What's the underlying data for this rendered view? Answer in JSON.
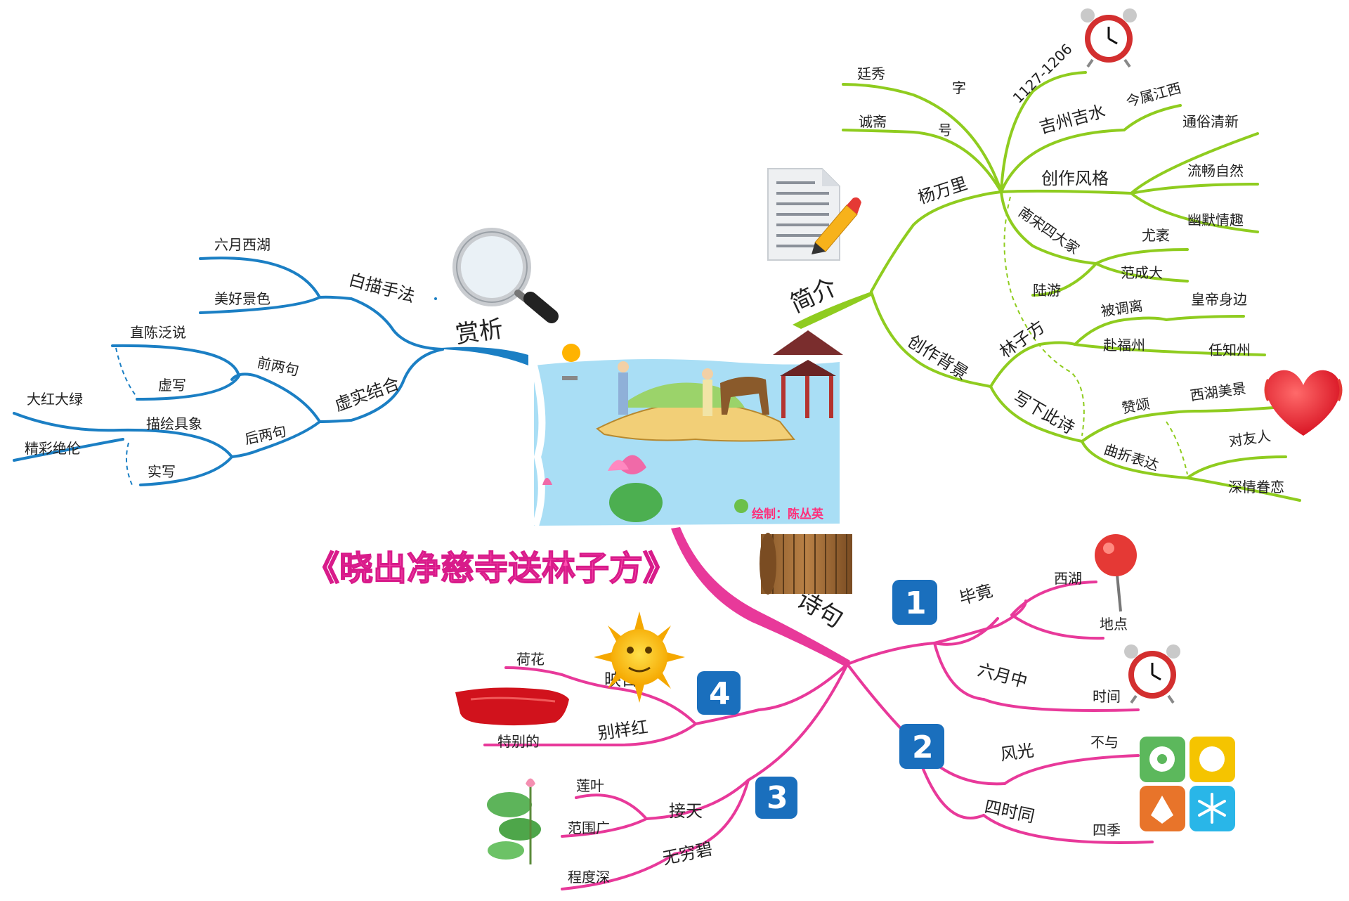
{
  "title": "《晓出净慈寺送林子方》",
  "center": {
    "credit": "绘制：陈丛英"
  },
  "colors": {
    "blue": "#1b7fc4",
    "green": "#8fcc1f",
    "pink": "#e8399a"
  },
  "branches": {
    "jianjie": {
      "label": "简介",
      "yangwanli": {
        "label": "杨万里",
        "zi": {
          "label": "字",
          "leaf": "廷秀"
        },
        "hao": {
          "label": "号",
          "leaf": "诚斋"
        },
        "years": "1127-1206",
        "jishui": {
          "label": "吉州吉水",
          "leaf": "今属江西"
        },
        "style": {
          "label": "创作风格",
          "leaves": [
            "通俗清新",
            "流畅自然",
            "幽默情趣"
          ]
        },
        "four": {
          "label": "南宋四大家",
          "leaves": [
            "尤袤",
            "范成大",
            "陆游"
          ]
        }
      },
      "background": {
        "label": "创作背景",
        "linzifang": {
          "label": "林子方",
          "items": [
            {
              "label": "被调离",
              "leaf": "皇帝身边"
            },
            {
              "label": "赴福州",
              "leaf": "任知州"
            }
          ]
        },
        "write": {
          "label": "写下此诗",
          "items": [
            {
              "label": "赞颂",
              "leaf": "西湖美景"
            },
            {
              "label": "曲折表达",
              "leaves": [
                "对友人",
                "深情眷恋"
              ]
            }
          ]
        }
      }
    },
    "shangxi": {
      "label": "赏析",
      "baimiao": {
        "label": "白描手法",
        "leaves": [
          "六月西湖",
          "美好景色"
        ]
      },
      "xushi": {
        "label": "虚实结合",
        "first": {
          "label": "前两句",
          "leaves": [
            "直陈泛说",
            "虚写"
          ]
        },
        "second": {
          "label": "后两句",
          "label2": "描绘具象",
          "leaves": [
            "大红大绿",
            "精彩绝伦"
          ],
          "leaf2": "实写"
        }
      }
    },
    "shiju": {
      "label": "诗句",
      "l1": {
        "num": "1",
        "a": {
          "label": "毕竟",
          "leaves": [
            "西湖",
            "地点"
          ]
        },
        "b": {
          "label": "六月中",
          "leaf": "时间"
        }
      },
      "l2": {
        "num": "2",
        "a": {
          "label": "风光",
          "leaf": "不与"
        },
        "b": {
          "label": "四时同",
          "leaf": "四季"
        }
      },
      "l3": {
        "num": "3",
        "a": {
          "label": "接天",
          "leaves": [
            "莲叶",
            "范围广"
          ]
        },
        "b": {
          "label": "无穷碧",
          "leaf": "程度深"
        }
      },
      "l4": {
        "num": "4",
        "a": {
          "label": "映日",
          "leaf": "荷花"
        },
        "b": {
          "label": "别样红",
          "leaf": "特别的"
        }
      }
    }
  }
}
